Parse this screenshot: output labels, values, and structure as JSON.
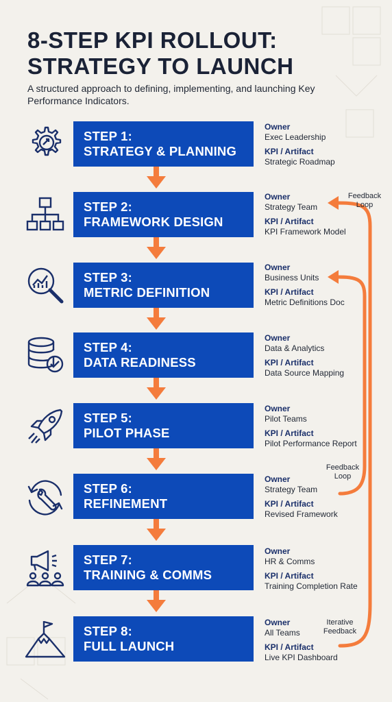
{
  "header": {
    "title_line1": "8-STEP KPI ROLLOUT:",
    "title_line2": "STRATEGY TO LAUNCH",
    "subtitle": "A structured approach to defining, implementing, and launching Key Performance Indicators."
  },
  "labels": {
    "owner": "Owner",
    "kpi": "KPI / Artifact"
  },
  "steps": [
    {
      "line1": "STEP 1:",
      "line2": "STRATEGY & PLANNING",
      "owner": "Exec Leadership",
      "kpi": "Strategic Roadmap",
      "icon": "strategy-gear-icon"
    },
    {
      "line1": "STEP 2:",
      "line2": "FRAMEWORK DESIGN",
      "owner": "Strategy Team",
      "kpi": "KPI Framework Model",
      "icon": "hierarchy-icon"
    },
    {
      "line1": "STEP 3:",
      "line2": "METRIC DEFINITION",
      "owner": "Business Units",
      "kpi": "Metric Definitions Doc",
      "icon": "magnifier-chart-icon"
    },
    {
      "line1": "STEP 4:",
      "line2": "DATA READINESS",
      "owner": "Data & Analytics",
      "kpi": "Data Source Mapping",
      "icon": "database-check-icon"
    },
    {
      "line1": "STEP 5:",
      "line2": "PILOT PHASE",
      "owner": "Pilot Teams",
      "kpi": "Pilot Performance Report",
      "icon": "rocket-icon"
    },
    {
      "line1": "STEP 6:",
      "line2": "REFINEMENT",
      "owner": "Strategy Team",
      "kpi": "Revised Framework",
      "icon": "wrench-refresh-icon"
    },
    {
      "line1": "STEP 7:",
      "line2": "TRAINING & COMMS",
      "owner": "HR & Comms",
      "kpi": "Training Completion Rate",
      "icon": "megaphone-people-icon"
    },
    {
      "line1": "STEP 8:",
      "line2": "FULL LAUNCH",
      "owner": "All Teams",
      "kpi": "Live KPI Dashboard",
      "icon": "mountain-flag-icon"
    }
  ],
  "feedback": {
    "top_line1": "Feedback",
    "top_line2": "Loop",
    "mid_line1": "Feedback",
    "mid_line2": "Loop",
    "bottom_line1": "Iterative",
    "bottom_line2": "Feedback"
  },
  "colors": {
    "box": "#0d4ab8",
    "arrow": "#f47c3c",
    "icon": "#1a2f6a",
    "background": "#f3f1ec"
  }
}
